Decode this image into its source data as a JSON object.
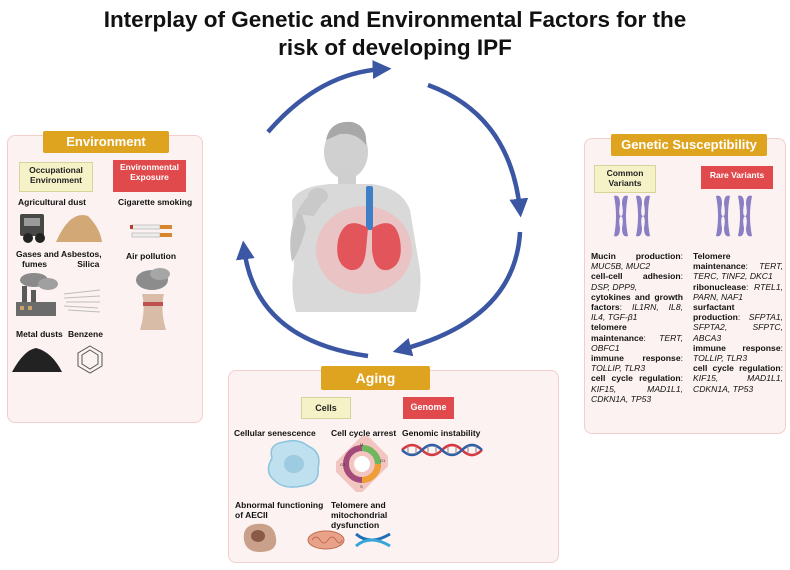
{
  "title": {
    "line1": "Interplay of Genetic and Environmental Factors for the",
    "line2": "risk of developing IPF"
  },
  "environment": {
    "header": "Environment",
    "occupational_line1": "Occupational",
    "occupational_line2": "Environment",
    "exposure_line1": "Environmental",
    "exposure_line2": "Exposure",
    "agricultural_dust": "Agricultural dust",
    "gases_line1": "Gases and",
    "gases_line2": "fumes",
    "asbestos_line1": "Asbestos,",
    "asbestos_line2": "Silica",
    "metal_dusts": "Metal dusts",
    "benzene": "Benzene",
    "cigarette_smoking": "Cigarette smoking",
    "air_pollution": "Air pollution"
  },
  "genetic": {
    "header": "Genetic Susceptibility",
    "common_line1": "Common",
    "common_line2": "Variants",
    "rare": "Rare Variants",
    "common_items": [
      {
        "label": "Mucin production",
        "sep": ":",
        "genes": "MUC5B, MUC2"
      },
      {
        "label": "cell-cell adhesion",
        "sep": ":",
        "genes": "DSP, DPP9,"
      },
      {
        "label": "cytokines and growth factors",
        "sep": ":",
        "genes": "IL1RN, IL8, IL4, TGF-β1"
      },
      {
        "label": "telomere maintenance",
        "sep": ":",
        "genes": "TERT, OBFC1"
      },
      {
        "label": "immune response",
        "sep": ":",
        "genes": "TOLLIP, TLR3"
      },
      {
        "label": "cell cycle regulation",
        "sep": ":",
        "genes": "KIF15, MAD1L1, CDKN1A, TP53"
      }
    ],
    "rare_items": [
      {
        "label": "Telomere maintenance",
        "sep": ":",
        "genes": "TERT, TERC, TINF2, DKC1"
      },
      {
        "label": "ribonuclease",
        "sep": ":",
        "genes": "RTEL1, PARN, NAF1"
      },
      {
        "label": "surfactant production",
        "sep": ":",
        "genes": "SFPTA1, SFPTA2, SFPTC, ABCA3"
      },
      {
        "label": "immune response",
        "sep": ":",
        "genes": "TOLLIP, TLR3"
      },
      {
        "label": "cell cycle regulation",
        "sep": ":",
        "genes": "KIF15, MAD1L1, CDKN1A, TP53"
      }
    ]
  },
  "aging": {
    "header": "Aging",
    "cells": "Cells",
    "genome": "Genome",
    "cellular_senescence": "Cellular senescence",
    "cell_cycle_arrest": "Cell cycle arrest",
    "genomic_instability": "Genomic instability",
    "aecii_line1": "Abnormal functioning",
    "aecii_line2": "of AECII",
    "telomere_line1": "Telomere and",
    "telomere_line2": "mitochondrial",
    "telomere_line3": "dysfunction",
    "cycle_phases": [
      "G1",
      "S",
      "G2",
      "M"
    ]
  },
  "colors": {
    "header_gold": "#dfa41f",
    "tag_red": "#e04a4c",
    "tag_yellow": "#f6f2c7",
    "panel_bg": "#fcf2f1",
    "arrow_blue": "#3b56a3",
    "chromosome_purple": "#8a7fc2"
  },
  "icons": [
    "tractor-icon",
    "dust-pile-icon",
    "factory-icon",
    "fibers-icon",
    "coal-pile-icon",
    "benzene-ring-icon",
    "cigarette-icon",
    "power-plant-icon",
    "person-coughing-icon",
    "lungs-icon",
    "chromosome-icon",
    "senescent-cell-icon",
    "cell-cycle-icon",
    "dna-icon",
    "aecii-cell-icon",
    "mitochondria-icon",
    "telomere-icon"
  ]
}
